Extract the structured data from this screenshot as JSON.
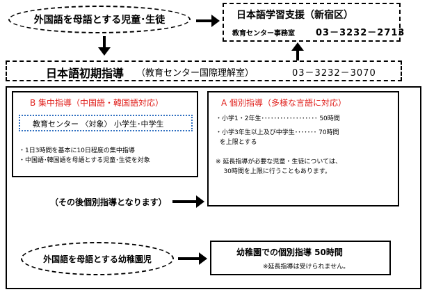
{
  "top": {
    "ellipse_label": "外国語を母語とする児童･生徒",
    "support_title": "日本語学習支援（新宿区）",
    "support_office": "教育センター事務室",
    "support_phone": "03－3232－2713"
  },
  "banner": {
    "title": "日本語初期指導",
    "subtitle": "（教育センター国際理解室）",
    "phone": "03－3232－3070"
  },
  "section_b": {
    "title": "B  集中指導（中国語・韓国語対応）",
    "location": "教育センター 〈対象〉 小学生･中学生",
    "lines": [
      "・1日3時間を基本に10日程度の集中指導",
      "・中国語･韓国語を母語とする児童･生徒を対象"
    ]
  },
  "section_a": {
    "title": "A  個別指導（多様な言語に対応）",
    "lines": [
      "・小学1・2年生･･････････････････  50時間",
      "・小学3年生以上及び中学生･･･････  70時間",
      "  を上限とする"
    ],
    "note_lines": [
      "※  延長指導が必要な児童・生徒については、",
      "    30時間を上限に行うこともあります。"
    ]
  },
  "after_note": "（その後個別指導となります）",
  "kindergarten": {
    "ellipse_label": "外国語を母語とする幼稚園児",
    "box_title": "幼稚園での個別指導  50時間",
    "box_note": "※延長指導は受けられません。"
  },
  "colors": {
    "accent_red": "#e0201c",
    "dotted_blue": "#2f6fc0"
  }
}
